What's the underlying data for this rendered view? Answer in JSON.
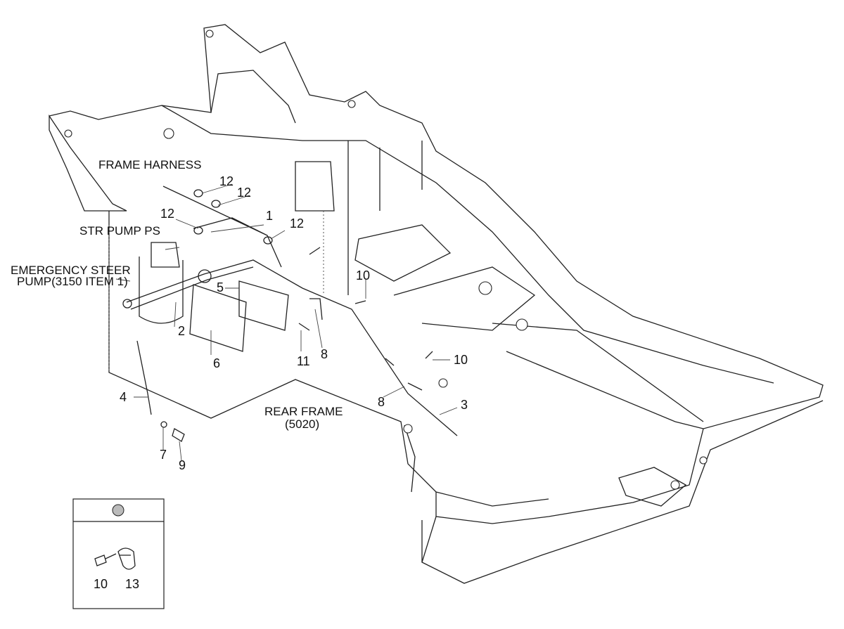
{
  "labels": {
    "frame_harness": "FRAME HARNESS",
    "str_pump_ps": "STR PUMP PS",
    "emergency_steer_line1": "EMERGENCY STEER",
    "emergency_steer_line2": "PUMP(3150 ITEM 1)",
    "rear_frame_line1": "REAR FRAME",
    "rear_frame_line2": "(5020)"
  },
  "callouts": {
    "c12a": "12",
    "c12b": "12",
    "c12c": "12",
    "c12d": "12",
    "c1": "1",
    "c2": "2",
    "c3": "3",
    "c4": "4",
    "c5": "5",
    "c6": "6",
    "c7": "7",
    "c8a": "8",
    "c8b": "8",
    "c9": "9",
    "c10a": "10",
    "c10b": "10",
    "c11": "11"
  },
  "inset": {
    "c10": "10",
    "c13": "13"
  }
}
